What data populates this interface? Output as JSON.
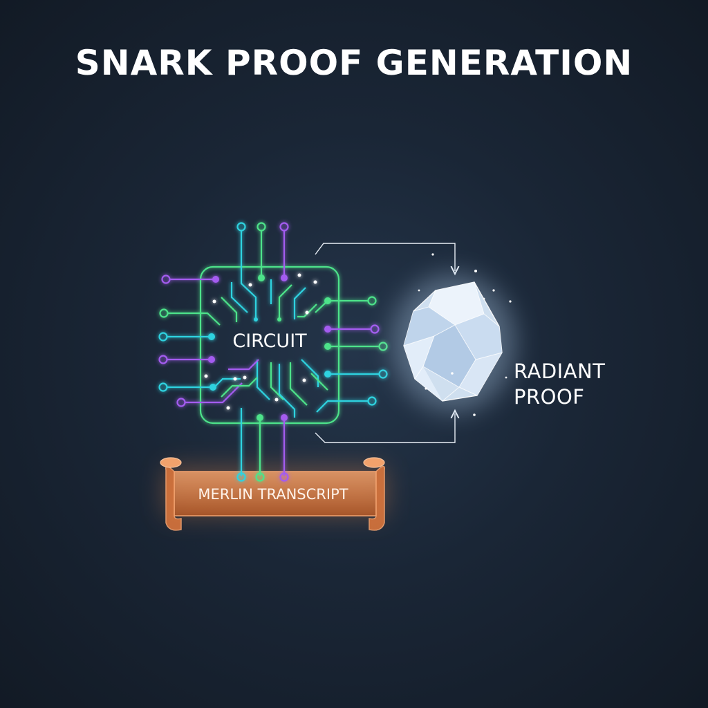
{
  "title": "SNARK PROOF GENERATION",
  "circuit": {
    "label": "CIRCUIT",
    "icon": "chip-icon"
  },
  "proof": {
    "label_line1": "RADIANT",
    "label_line2": "PROOF",
    "icon": "crystal-icon"
  },
  "transcript": {
    "label": "MERLIN TRANSCRIPT",
    "icon": "scroll-icon"
  },
  "colors": {
    "background": "#1a2636",
    "cyan": "#2fd3e0",
    "green": "#4de38a",
    "purple": "#a45cf0",
    "transcript": "#e8884a",
    "crystal": "#dfeaf6",
    "arrow": "#e8eef5"
  }
}
